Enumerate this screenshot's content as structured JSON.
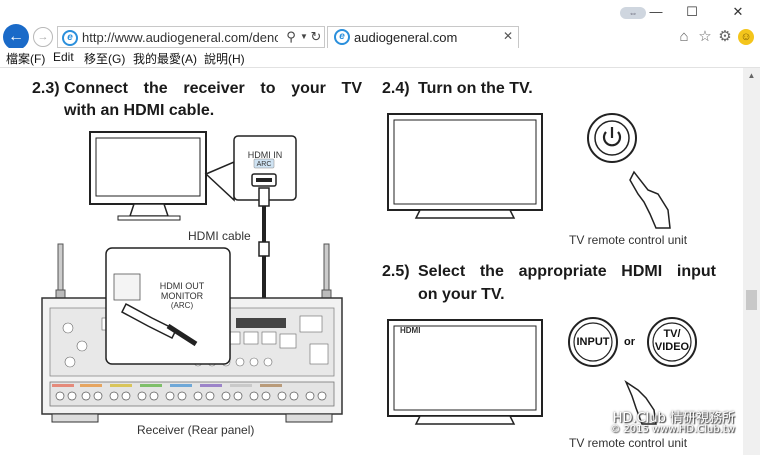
{
  "browser": {
    "url": "http://www.audiogeneral.com/deno",
    "tab_title": "audiogeneral.com",
    "back_icon": "back-arrow-icon",
    "forward_icon": "forward-arrow-icon"
  },
  "menu": {
    "items": [
      "檔案(F)",
      "Edit",
      "移至(G)",
      "我的最愛(A)",
      "說明(H)"
    ]
  },
  "manual": {
    "step_23": {
      "number": "2.3)",
      "line1": "Connect the receiver to your TV",
      "line2": "with an HDMI cable."
    },
    "hdmi_in": {
      "label": "HDMI IN",
      "tag": "ARC"
    },
    "hdmi_cable_caption": "HDMI cable",
    "hdmi_out": {
      "line1": "HDMI OUT",
      "line2": "MONITOR",
      "line3": "(ARC)"
    },
    "receiver_caption": "Receiver (Rear panel)",
    "step_24": {
      "number": "2.4)",
      "text": "Turn on the TV."
    },
    "remote_caption_1": "TV remote control unit",
    "step_25": {
      "number": "2.5)",
      "line1": "Select the appropriate HDMI input",
      "line2": "on your TV."
    },
    "tv_screen_label": "HDMI",
    "input_button": "INPUT",
    "or_text": "or",
    "tv_video_line1": "TV/",
    "tv_video_line2": "VIDEO",
    "remote_caption_2": "TV remote control unit"
  },
  "watermark": {
    "line1": "HD.Club 情研視務所",
    "line2": "© 2015  www.HD.Club.tw"
  },
  "colors": {
    "accent": "#1a6ac8",
    "ie_blue": "#2a8fdc"
  }
}
